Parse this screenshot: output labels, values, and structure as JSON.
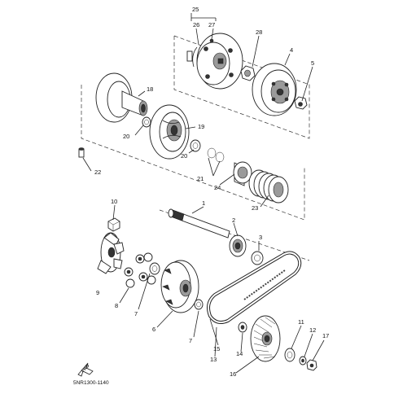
{
  "diagram": {
    "labels": {
      "l25": "25",
      "l26": "26",
      "l27": "27",
      "l28": "28",
      "l4": "4",
      "l5": "5",
      "l18": "18",
      "l19": "19",
      "l20a": "20",
      "l20b": "20",
      "l21": "21",
      "l22": "22",
      "l24": "24",
      "l23": "23",
      "l10": "10",
      "l1": "1",
      "l2": "2",
      "l3": "3",
      "l9": "9",
      "l8": "8",
      "l7a": "7",
      "l6": "6",
      "l7b": "7",
      "l15": "15",
      "l13": "13",
      "l14": "14",
      "l16": "16",
      "l11": "11",
      "l12": "12",
      "l17": "17"
    },
    "fwd_label": "FWD",
    "code": "5NR1300-1140"
  }
}
